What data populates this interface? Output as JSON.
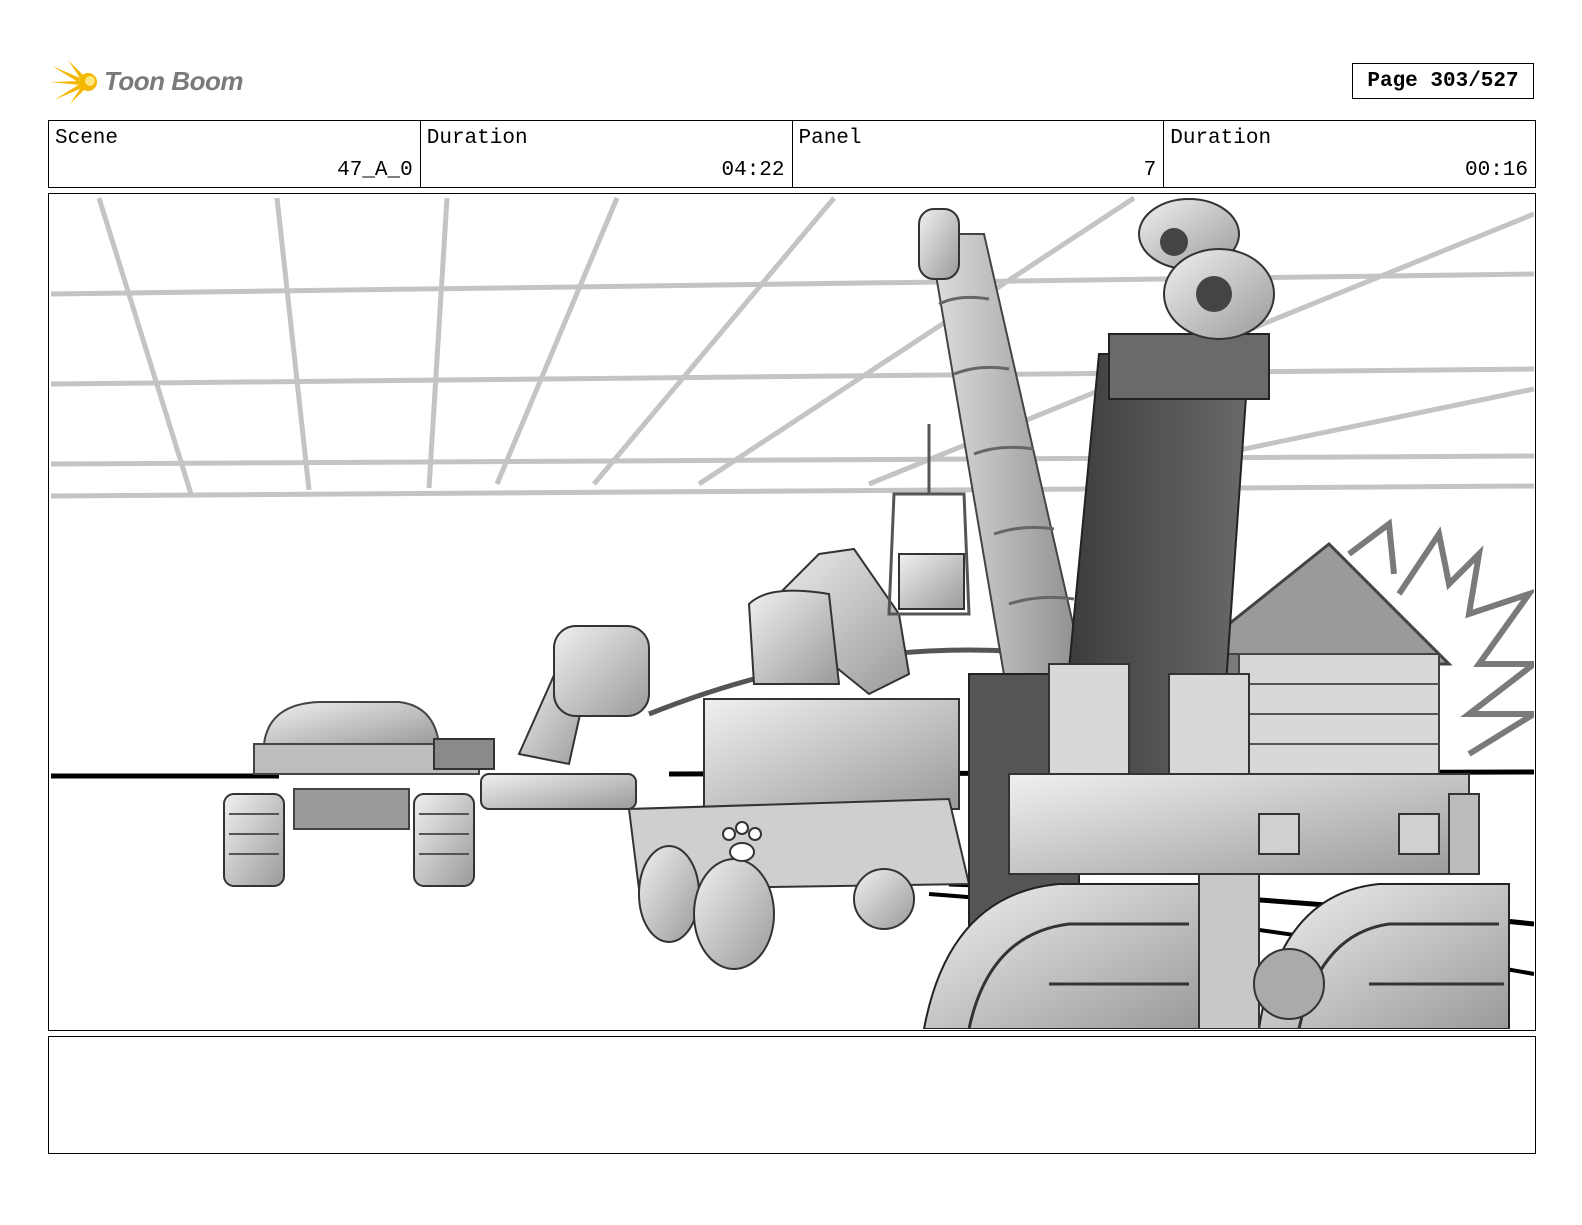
{
  "header": {
    "logo_text": "Toon Boom",
    "page_label": "Page 303/527"
  },
  "info": {
    "scene_label": "Scene",
    "scene_value": "47_A_0",
    "duration_label": "Duration",
    "duration_value": "04:22",
    "panel_label": "Panel",
    "panel_value": "7",
    "panel_duration_label": "Duration",
    "panel_duration_value": "00:16"
  },
  "notes": {
    "text": ""
  }
}
